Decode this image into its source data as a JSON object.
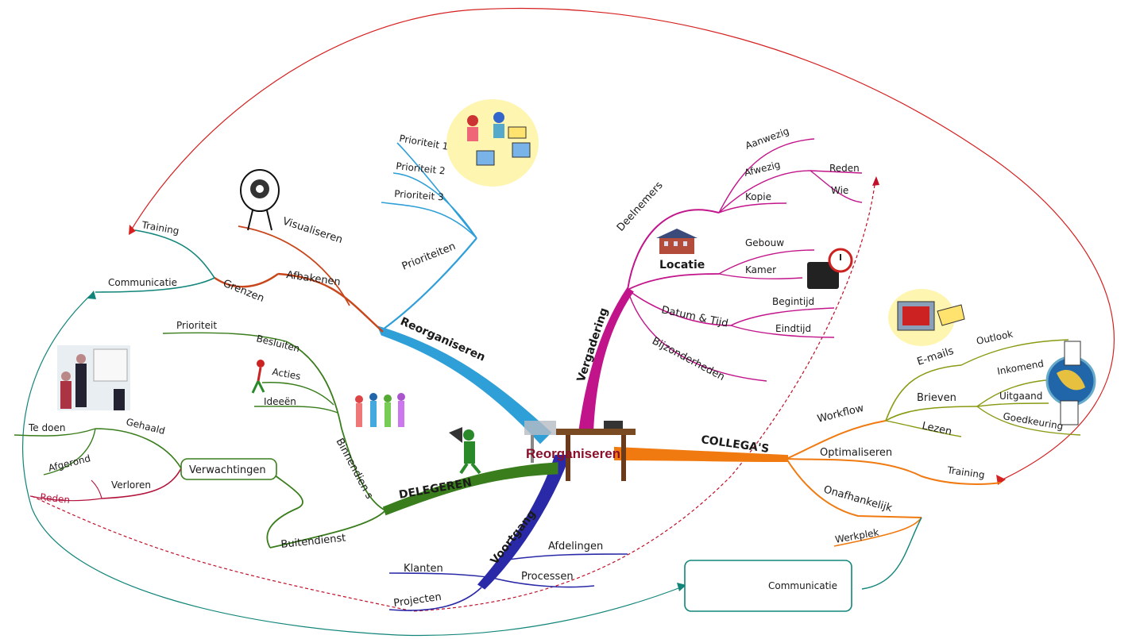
{
  "center": {
    "label": "Reorganiseren"
  },
  "branches": {
    "reorganiseren": {
      "label": "Reorganiseren",
      "color": "#2f9fd8",
      "prioriteiten": {
        "label": "Prioriteiten",
        "items": [
          "Prioriteit 1",
          "Prioriteit 2",
          "Prioriteit 3"
        ]
      },
      "afbakenen": {
        "label": "Afbakenen",
        "visualiseren": "Visualiseren",
        "grenzen": "Grenzen",
        "training": "Training",
        "communicatie": "Communicatie"
      }
    },
    "vergadering": {
      "label": "Vergadering",
      "color": "#c2148a",
      "deelnemers": {
        "label": "Deelnemers",
        "aanwezig": "Aanwezig",
        "afwezig": "Afwezig",
        "reden": "Reden",
        "wie": "Wie",
        "kopie": "Kopie"
      },
      "locatie": {
        "label": "Locatie",
        "gebouw": "Gebouw",
        "kamer": "Kamer"
      },
      "datum": {
        "label": "Datum & Tijd",
        "begintijd": "Begintijd",
        "eindtijd": "Eindtijd"
      },
      "bijzonderheden": "Bijzonderheden"
    },
    "collegas": {
      "label": "COLLEGA'S",
      "color": "#f07a10",
      "workflow": {
        "label": "Workflow",
        "emails": "E-mails",
        "outlook": "Outlook",
        "brieven": "Brieven",
        "inkomend": "Inkomend",
        "uitgaand": "Uitgaand",
        "goedkeuring": "Goedkeuring",
        "lezen": "Lezen"
      },
      "optimaliseren": {
        "label": "Optimaliseren",
        "training": "Training"
      },
      "onafhankelijk": {
        "label": "Onafhankelijk",
        "werkplek": "Werkplek"
      },
      "communicatie_box": "Communicatie"
    },
    "voortgang": {
      "label": "Voortgang",
      "color": "#2a2aa8",
      "afdelingen": "Afdelingen",
      "processen": "Processen",
      "klanten": "Klanten",
      "projecten": "Projecten"
    },
    "delegeren": {
      "label": "DELEGEREN",
      "color": "#3a7d1c",
      "binnendienst": {
        "label": "Binnendien s",
        "besluiten": "Besluiten",
        "prioriteit": "Prioriteit",
        "acties": "Acties",
        "ideeen": "Ideeën"
      },
      "buitendienst": "Buitendienst",
      "verwachtingen": {
        "label": "Verwachtingen",
        "gehaald": "Gehaald",
        "te_doen": "Te doen",
        "afgerond": "Afgerond",
        "verloren": "Verloren",
        "reden": "Reden"
      }
    }
  },
  "icons": [
    "eye-clipart-icon",
    "people-computers-clipart-icon",
    "building-icon",
    "briefcase-clock-icon",
    "email-computer-icon",
    "globe-document-icon",
    "presentation-photo-icon",
    "meeting-people-icon",
    "megaphone-man-icon",
    "runner-icon",
    "classroom-photo-icon",
    "desk-chair-icon"
  ]
}
